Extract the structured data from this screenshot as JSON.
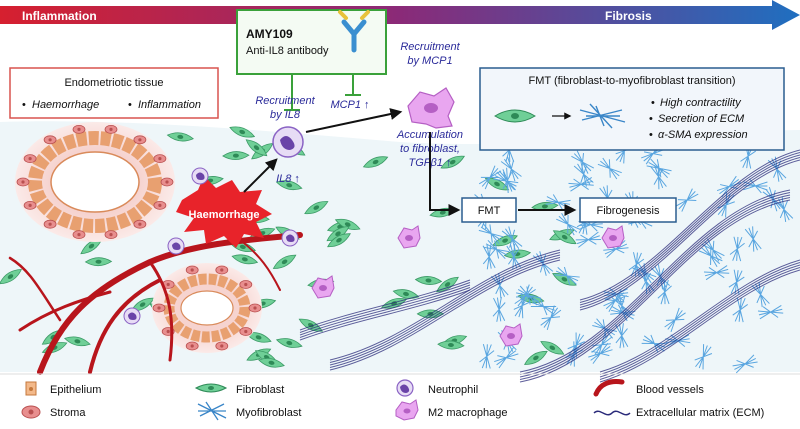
{
  "banner": {
    "left_label": "Inflammation",
    "right_label": "Fibrosis",
    "color_start": "#d6202f",
    "color_end": "#1f6fc0"
  },
  "drug_box": {
    "name": "AMY109",
    "description": "Anti-IL8 antibody",
    "border_color": "#3aa13a",
    "icon": "antibody-icon"
  },
  "tissue_box": {
    "title": "Endometriotic tissue",
    "bullets": [
      "Haemorrhage",
      "Inflammation"
    ],
    "border_color": "#d9534f"
  },
  "fmt_box": {
    "title": "FMT (fibroblast-to-myofibroblast transition)",
    "bullets": [
      "High contractility",
      "Secretion of ECM",
      "α-SMA expression"
    ],
    "border_color": "#2a5d8f"
  },
  "annotations": {
    "recruitment_il8": [
      "Recruitment",
      "by IL8"
    ],
    "mcp1_up": "MCP1 ↑",
    "recruitment_mcp1": [
      "Recruitment",
      "by MCP1"
    ],
    "il8_up": "IL8 ↑",
    "accumulation": [
      "Accumulation",
      "to fibroblast,",
      "TGFβ1 ↑"
    ],
    "haemorrhage": "Haemorrhage",
    "fmt": "FMT",
    "fibrogenesis": "Fibrogenesis",
    "text_color": "#2b2b9a"
  },
  "legend": [
    {
      "label": "Epithelium",
      "icon": "epithelium-icon"
    },
    {
      "label": "Stroma",
      "icon": "stroma-icon"
    },
    {
      "label": "Fibroblast",
      "icon": "fibroblast-icon"
    },
    {
      "label": "Myofibroblast",
      "icon": "myofibroblast-icon"
    },
    {
      "label": "Neutrophil",
      "icon": "neutrophil-icon"
    },
    {
      "label": "M2 macrophage",
      "icon": "macrophage-icon"
    },
    {
      "label": "Blood vessels",
      "icon": "blood-vessel-icon"
    },
    {
      "label": "Extracellular matrix (ECM)",
      "icon": "ecm-icon"
    }
  ],
  "colors": {
    "fibroblast": "#6fcf97",
    "myofibroblast": "#5aa6e0",
    "neutrophil": "#8a63c4",
    "macrophage": "#d27be0",
    "stroma": "#e88e8e",
    "epithelium": "#f3b98a",
    "blood": "#b8151c",
    "ecm": "#2a2a7a",
    "tissue_halo": "#f6d3cf"
  }
}
